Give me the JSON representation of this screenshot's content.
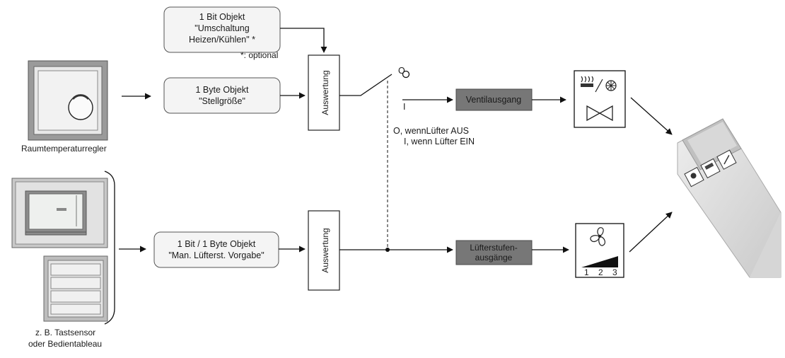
{
  "objects": {
    "top": [
      "1 Bit Objekt",
      "\"Umschaltung",
      "Heizen/Kühlen\" *"
    ],
    "optional_note": "*: optional",
    "stell": [
      "1 Byte Objekt",
      "\"Stellgröße\""
    ],
    "manual": [
      "1 Bit / 1 Byte Objekt",
      "\"Man. Lüfterst. Vorgabe\""
    ]
  },
  "evaluation": {
    "top": "Auswertung",
    "bottom": "Auswertung"
  },
  "switch": {
    "open_label": "O",
    "closed_label": "I",
    "note_line1": "O, wennLüfter AUS",
    "note_line2": "I, wenn Lüfter EIN"
  },
  "outputs": {
    "valve": "Ventilausgang",
    "fan": [
      "Lüfterstufen-",
      "ausgänge"
    ]
  },
  "devices": {
    "thermostat_label": "Raumtemperaturregler",
    "sensor_label": [
      "z. B. Tastsensor",
      "oder Bedientableau"
    ],
    "fan_levels": [
      "1",
      "2",
      "3"
    ]
  }
}
